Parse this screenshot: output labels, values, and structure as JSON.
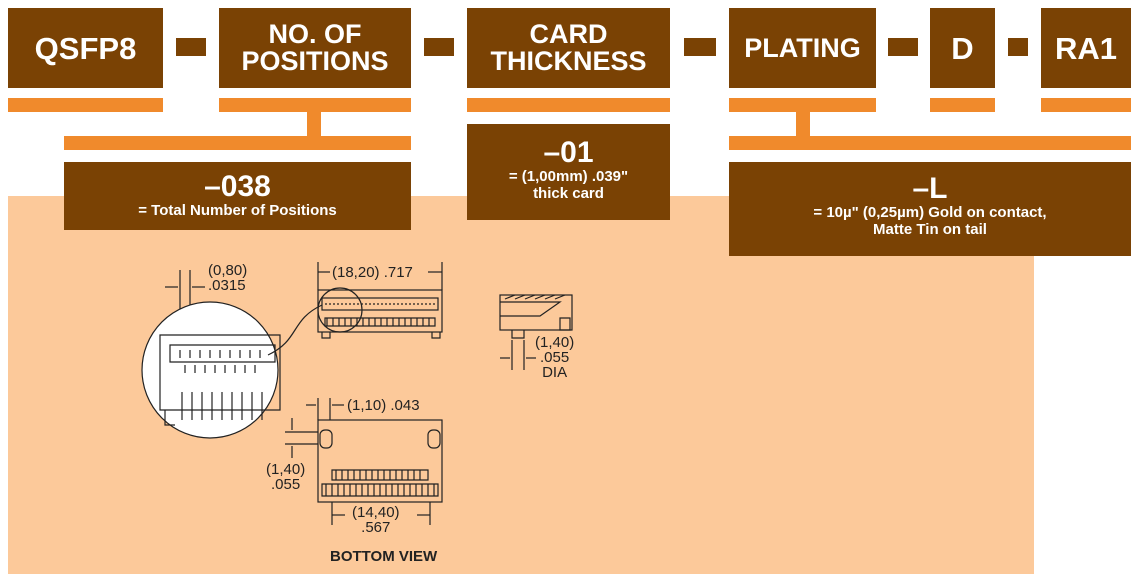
{
  "part_number": {
    "series": "QSFP8",
    "positions_label": "NO. OF\nPOSITIONS",
    "thickness_label": "CARD\nTHICKNESS",
    "plating_label": "PLATING",
    "d_option": "D",
    "ra_option": "RA1"
  },
  "options": {
    "positions": {
      "code": "–038",
      "text": "= Total Number of Positions"
    },
    "thickness": {
      "code": "–01",
      "line1": "= (1,00mm) .039\"",
      "line2": "thick card"
    },
    "plating": {
      "code": "–L",
      "line1": "= 10µ\" (0,25µm) Gold on contact,",
      "line2": "Matte Tin on tail"
    }
  },
  "drawing": {
    "pitch_mm": "(0,80)",
    "pitch_in": ".0315",
    "width_dim": "(18,20) .717",
    "hole_mm": "(1,40)",
    "hole_in": ".055",
    "hole_dia": "DIA",
    "edge_dim": "(1,10) .043",
    "height_mm": "(1,40)",
    "height_in": ".055",
    "span_mm": "(14,40)",
    "span_in": ".567",
    "view_label": "BOTTOM VIEW"
  },
  "colors": {
    "brown": "#7a4204",
    "orange": "#f08a2c",
    "peach": "#fcc99a"
  }
}
